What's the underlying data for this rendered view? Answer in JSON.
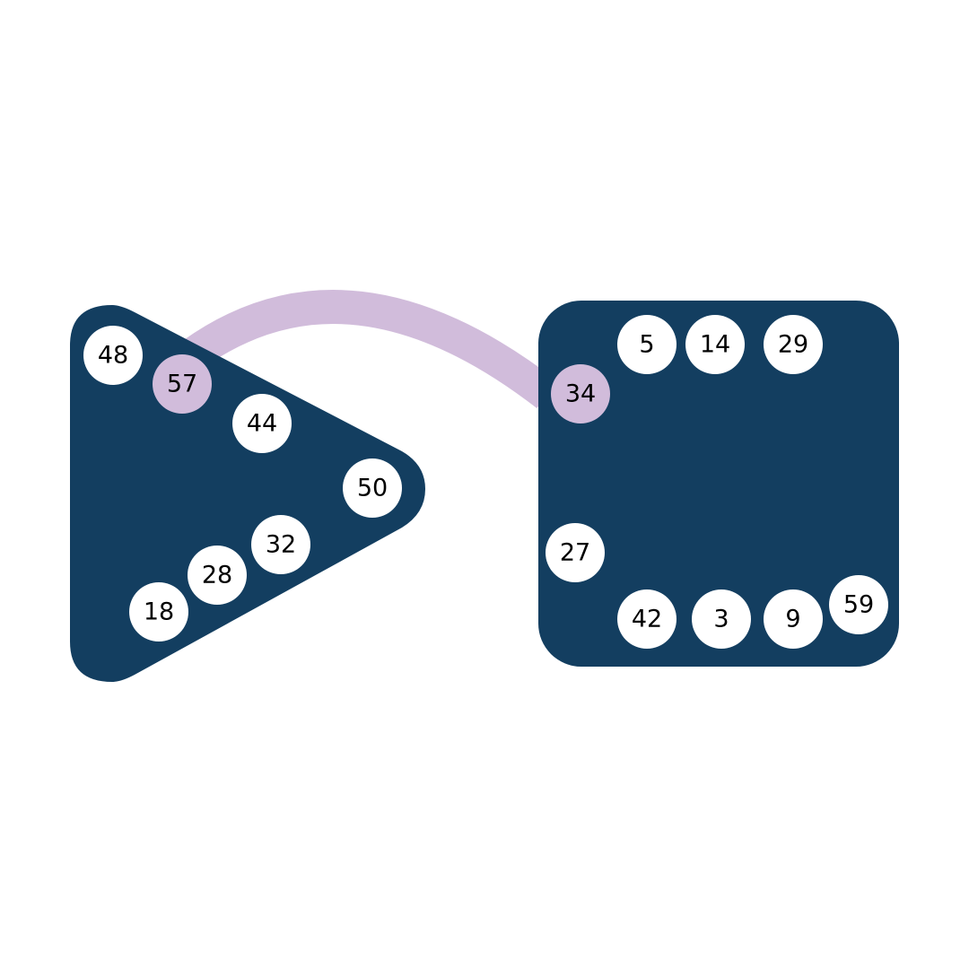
{
  "colors": {
    "group": "#133e60",
    "node": "#ffffff",
    "highlight": "#d1bcdb",
    "link": "#d1bcdb"
  },
  "groups": [
    {
      "shape": "triangle",
      "nodes": [
        {
          "label": "48",
          "highlight": false
        },
        {
          "label": "57",
          "highlight": true
        },
        {
          "label": "44",
          "highlight": false
        },
        {
          "label": "50",
          "highlight": false
        },
        {
          "label": "32",
          "highlight": false
        },
        {
          "label": "28",
          "highlight": false
        },
        {
          "label": "18",
          "highlight": false
        }
      ]
    },
    {
      "shape": "rounded-square",
      "nodes": [
        {
          "label": "5",
          "highlight": false
        },
        {
          "label": "14",
          "highlight": false
        },
        {
          "label": "29",
          "highlight": false
        },
        {
          "label": "34",
          "highlight": true
        },
        {
          "label": "27",
          "highlight": false
        },
        {
          "label": "42",
          "highlight": false
        },
        {
          "label": "3",
          "highlight": false
        },
        {
          "label": "9",
          "highlight": false
        },
        {
          "label": "59",
          "highlight": false
        }
      ]
    }
  ],
  "links": [
    {
      "from": "57",
      "to": "34"
    }
  ]
}
